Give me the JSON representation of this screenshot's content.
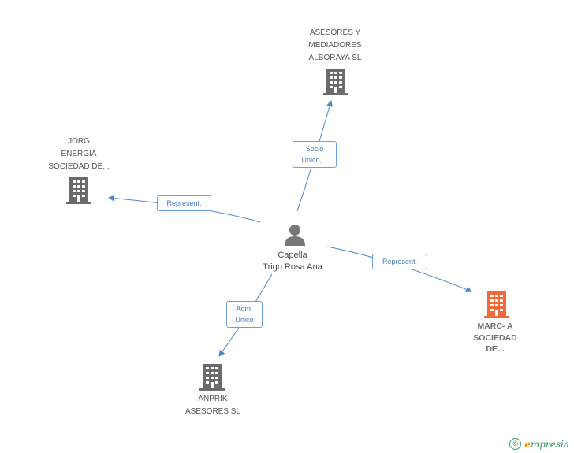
{
  "nodes": {
    "center": {
      "label": "Capella\nTrigo Rosa Ana",
      "type": "person"
    },
    "asesores_mediadores": {
      "label": "ASESORES Y\nMEDIADORES\nALBORAYA  SL",
      "type": "company"
    },
    "jorg": {
      "label": "JORG\nENERGIA\nSOCIEDAD DE...",
      "type": "company"
    },
    "marc_a": {
      "label": "MARC- A\nSOCIEDAD\nDE...",
      "type": "company-highlight"
    },
    "anprik": {
      "label": "ANPRIK\nASESORES  SL",
      "type": "company"
    }
  },
  "edges": {
    "to_asesores": "Socio\nÚnico,...",
    "to_jorg": "Represent.",
    "to_marc": "Represent.",
    "to_anprik": "Adm.\nUnico"
  },
  "colors": {
    "edge": "#4a86c8",
    "company_icon": "#6b6b6b",
    "highlight_icon": "#f26a3a",
    "person_icon": "#777777"
  },
  "footer": {
    "copyright_symbol": "©",
    "brand_initial": "e",
    "brand_rest": "mpresia"
  }
}
